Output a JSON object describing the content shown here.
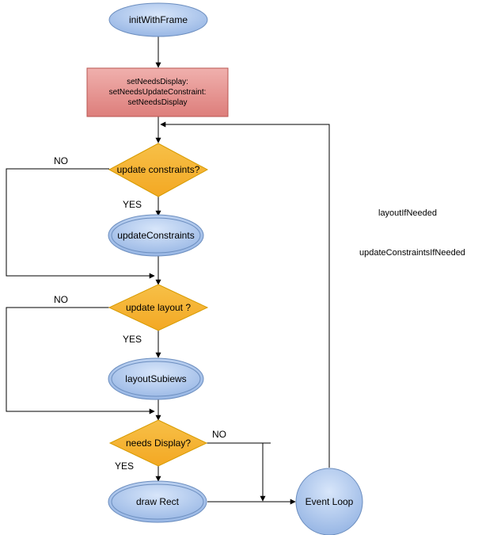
{
  "nodes": {
    "init": "initWithFrame",
    "setneeds": [
      "setNeedsDisplay:",
      "setNeedsUpdateConstraint:",
      "setNeedsDisplay"
    ],
    "decision_constraints": "update constraints?",
    "update_constraints": "updateConstraints",
    "decision_layout": "update layout ?",
    "layout_subviews": "layoutSubiews",
    "decision_display": "needs Display?",
    "draw_rect": "draw Rect",
    "event_loop": "Event Loop"
  },
  "edge_labels": {
    "constraints_no": "NO",
    "constraints_yes": "YES",
    "layout_no": "NO",
    "layout_yes": "YES",
    "display_no": "NO",
    "display_yes": "YES"
  },
  "side_notes": [
    "layoutIfNeeded",
    "updateConstraintsIfNeeded"
  ],
  "colors": {
    "ellipse_fill": "#a9c4eb",
    "ellipse_stroke": "#6c8ebf",
    "rect_fill": "#e58b8b",
    "rect_stroke": "#b85450",
    "diamond_fill": "#f5b73b",
    "diamond_stroke": "#d79b00"
  }
}
